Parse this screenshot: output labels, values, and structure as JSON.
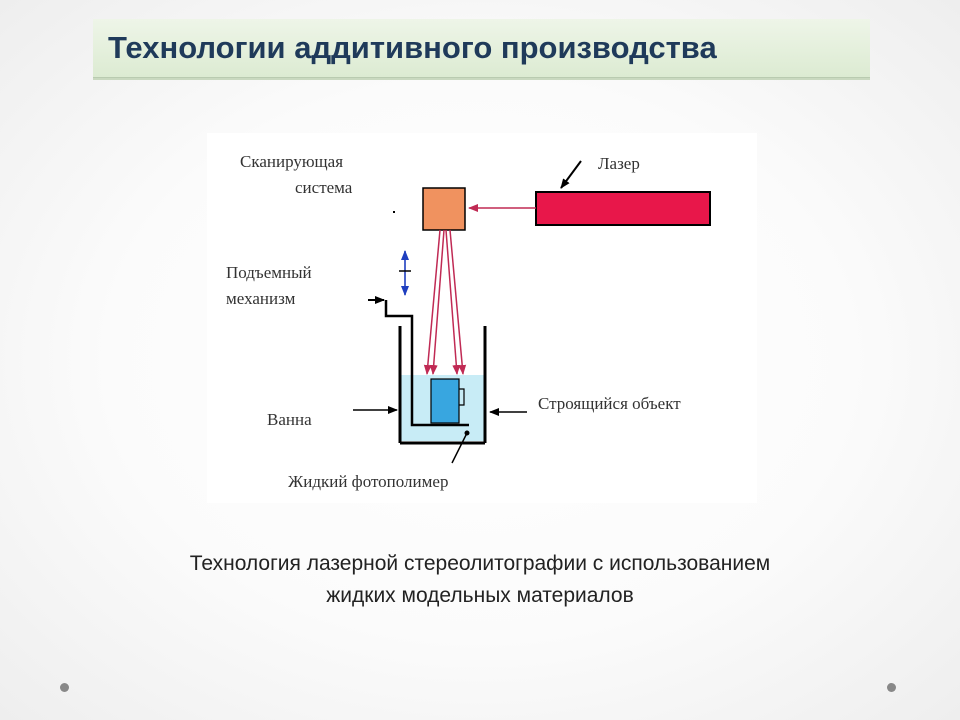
{
  "title": "Технологии аддитивного производства",
  "diagram": {
    "labels": {
      "scanning_system_line1": "Сканирующая",
      "scanning_system_line2": "система",
      "laser": "Лазер",
      "lift_line1": "Подъемный",
      "lift_line2": "механизм",
      "bath": "Ванна",
      "object": "Строящийся объект",
      "photopolymer": "Жидкий фотополимер"
    },
    "colors": {
      "laser": "#e8174a",
      "scanner": "#f0925f",
      "beam": "#c02a54",
      "liquid": "#c8ecf6",
      "object": "#38a6e0",
      "lift_arrow": "#1f3fbf"
    }
  },
  "caption": {
    "line1": "Технология лазерной стереолитографии с использованием",
    "line2": "жидких модельных материалов"
  }
}
